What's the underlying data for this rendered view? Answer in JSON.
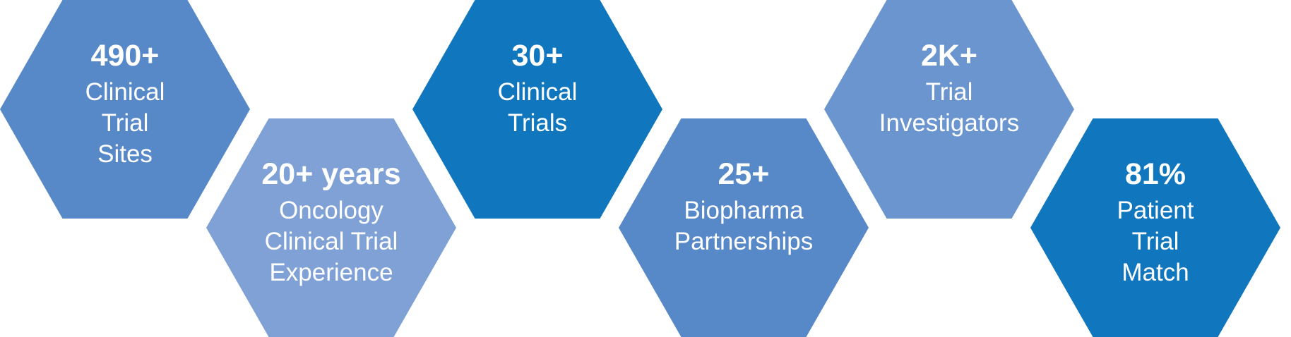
{
  "stats": [
    {
      "value": "490+",
      "lines": [
        "Clinical",
        "Trial",
        "Sites"
      ]
    },
    {
      "value": "20+ years",
      "lines": [
        "Oncology",
        "Clinical Trial",
        "Experience"
      ]
    },
    {
      "value": "30+",
      "lines": [
        "Clinical",
        "Trials"
      ]
    },
    {
      "value": "25+",
      "lines": [
        "Biopharma",
        "Partnerships"
      ]
    },
    {
      "value": "2K+",
      "lines": [
        "Trial",
        "Investigators"
      ]
    },
    {
      "value": "81%",
      "lines": [
        "Patient",
        "Trial",
        "Match"
      ]
    }
  ],
  "colors": {
    "mid_blue": "#5788c8",
    "light_blue": "#7fa1d6",
    "dark_blue": "#1077bf",
    "soft_blue": "#6a95cf",
    "text": "#ffffff"
  }
}
